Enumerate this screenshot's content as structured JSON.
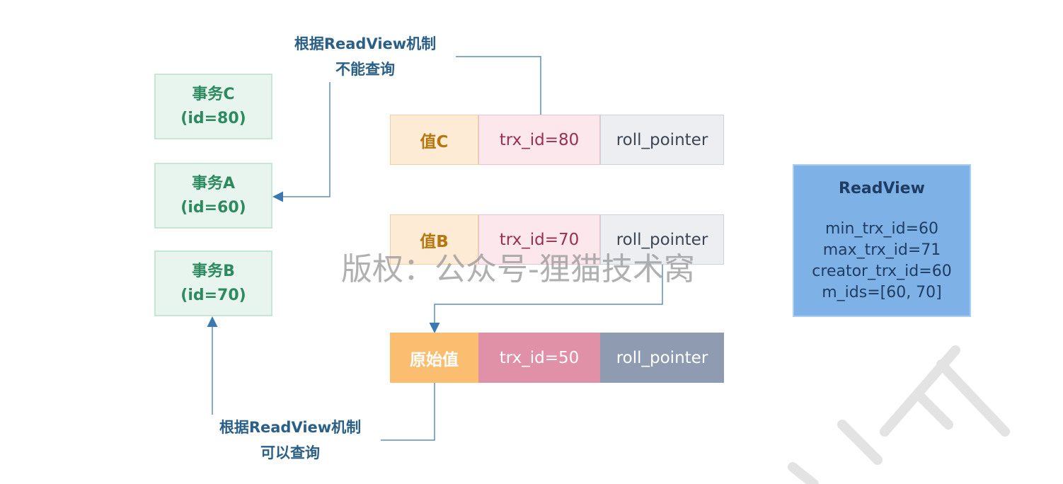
{
  "transactions": [
    {
      "name": "事务C",
      "id_label": "(id=80)"
    },
    {
      "name": "事务A",
      "id_label": "(id=60)"
    },
    {
      "name": "事务B",
      "id_label": "(id=70)"
    }
  ],
  "versions": [
    {
      "value": "值C",
      "trx": "trx_id=80",
      "ptr": "roll_pointer"
    },
    {
      "value": "值B",
      "trx": "trx_id=70",
      "ptr": "roll_pointer"
    },
    {
      "value": "原始值",
      "trx": "trx_id=50",
      "ptr": "roll_pointer"
    }
  ],
  "notes": {
    "top": {
      "line1": "根据ReadView机制",
      "line2": "不能查询"
    },
    "bottom": {
      "line1": "根据ReadView机制",
      "line2": "可以查询"
    }
  },
  "readview": {
    "title": "ReadView",
    "lines": [
      "min_trx_id=60",
      "max_trx_id=71",
      "creator_trx_id=60",
      "m_ids=[60, 70]"
    ]
  },
  "watermark": "版权：公众号-狸猫技术窝",
  "colors": {
    "tx_fill": "#e8f5ef",
    "tx_text": "#2d8a5f",
    "value_fill_light": "#fdebd6",
    "value_text": "#b5770f",
    "trx_fill_light": "#fbe7ec",
    "trx_text": "#9a2f53",
    "ptr_fill_light": "#eceef2",
    "ptr_text": "#3c4654",
    "value_fill_dark": "#fbbd6f",
    "trx_fill_dark": "#e090a7",
    "ptr_fill_dark": "#8f9bb0",
    "arrow": "#3a7ab0",
    "readview_fill": "#7eb2e6",
    "readview_text": "#1f3c63"
  }
}
